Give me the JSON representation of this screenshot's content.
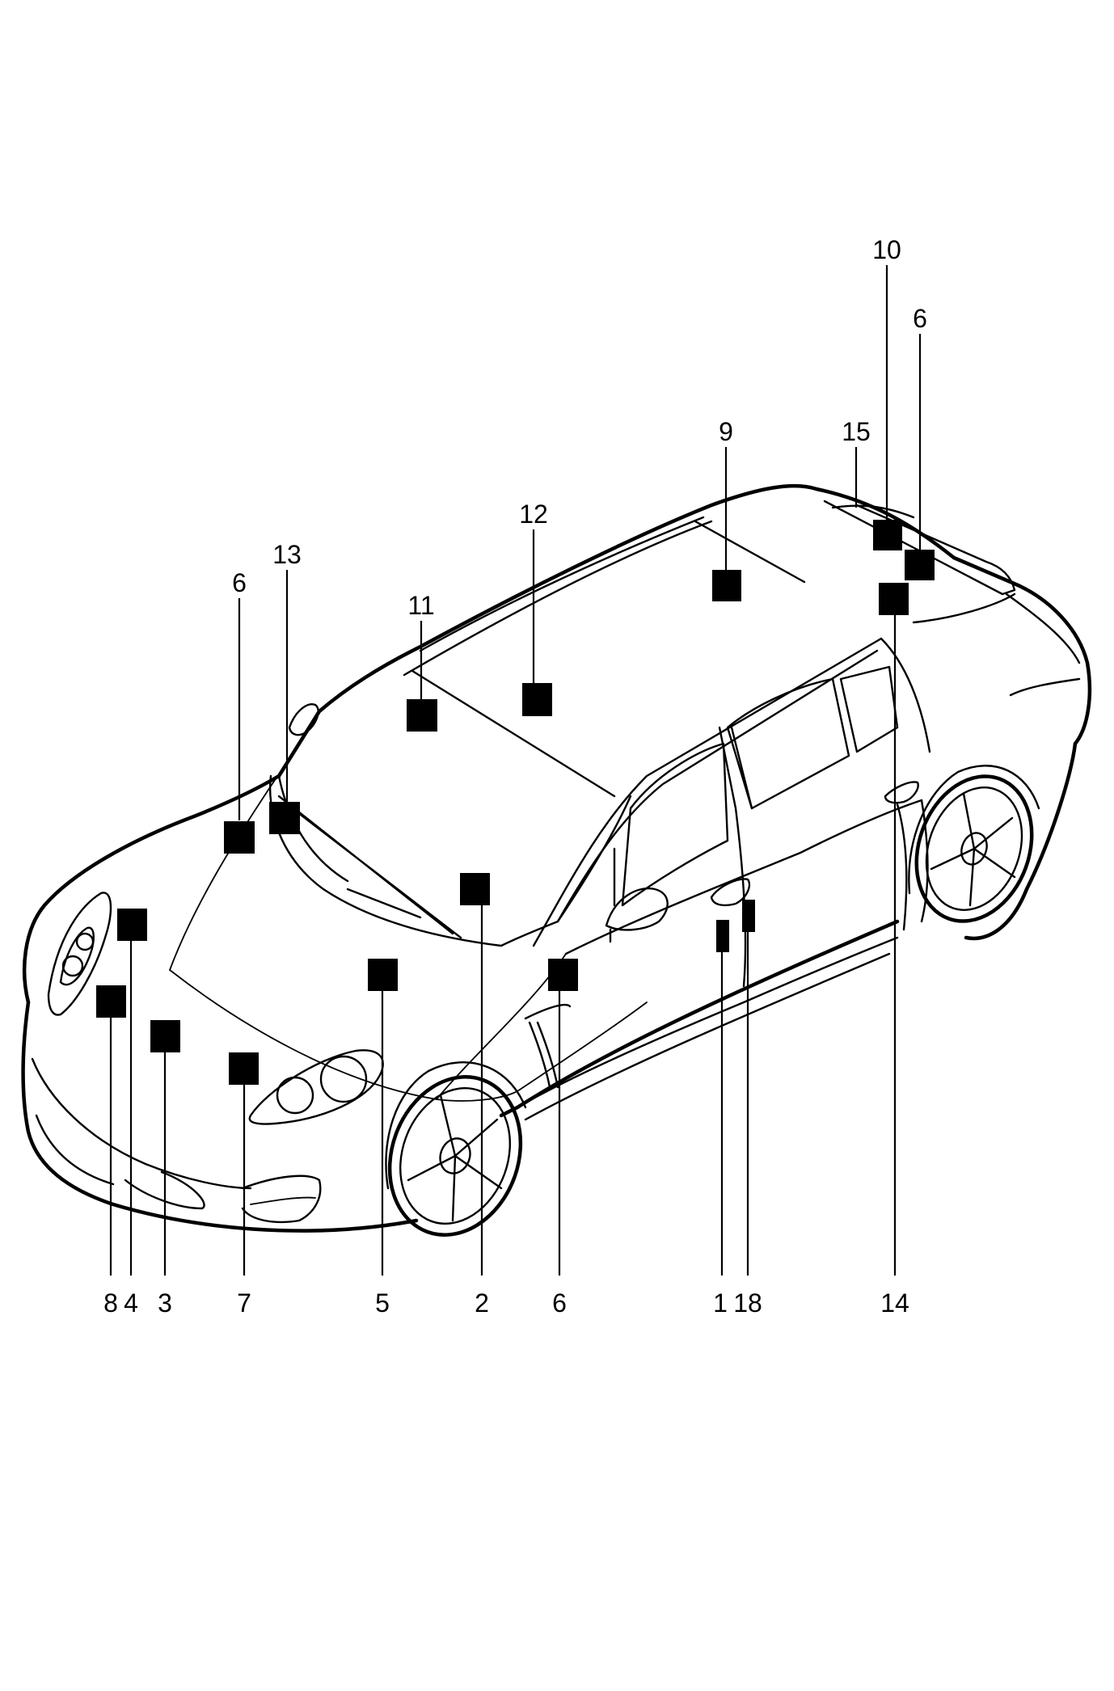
{
  "diagram": {
    "subject_icon": "car-outline-icon",
    "colors": {
      "line": "#000000",
      "background": "#ffffff",
      "marker": "#000000"
    },
    "callouts": [
      {
        "id": "c-10",
        "label": "10"
      },
      {
        "id": "c-6-rear",
        "label": "6"
      },
      {
        "id": "c-15",
        "label": "15"
      },
      {
        "id": "c-9",
        "label": "9"
      },
      {
        "id": "c-12",
        "label": "12"
      },
      {
        "id": "c-13",
        "label": "13"
      },
      {
        "id": "c-6-front",
        "label": "6"
      },
      {
        "id": "c-11",
        "label": "11"
      },
      {
        "id": "c-8",
        "label": "8"
      },
      {
        "id": "c-4",
        "label": "4"
      },
      {
        "id": "c-3",
        "label": "3"
      },
      {
        "id": "c-7",
        "label": "7"
      },
      {
        "id": "c-5",
        "label": "5"
      },
      {
        "id": "c-2",
        "label": "2"
      },
      {
        "id": "c-6-side",
        "label": "6"
      },
      {
        "id": "c-1",
        "label": "1"
      },
      {
        "id": "c-18",
        "label": "18"
      },
      {
        "id": "c-14",
        "label": "14"
      }
    ]
  }
}
